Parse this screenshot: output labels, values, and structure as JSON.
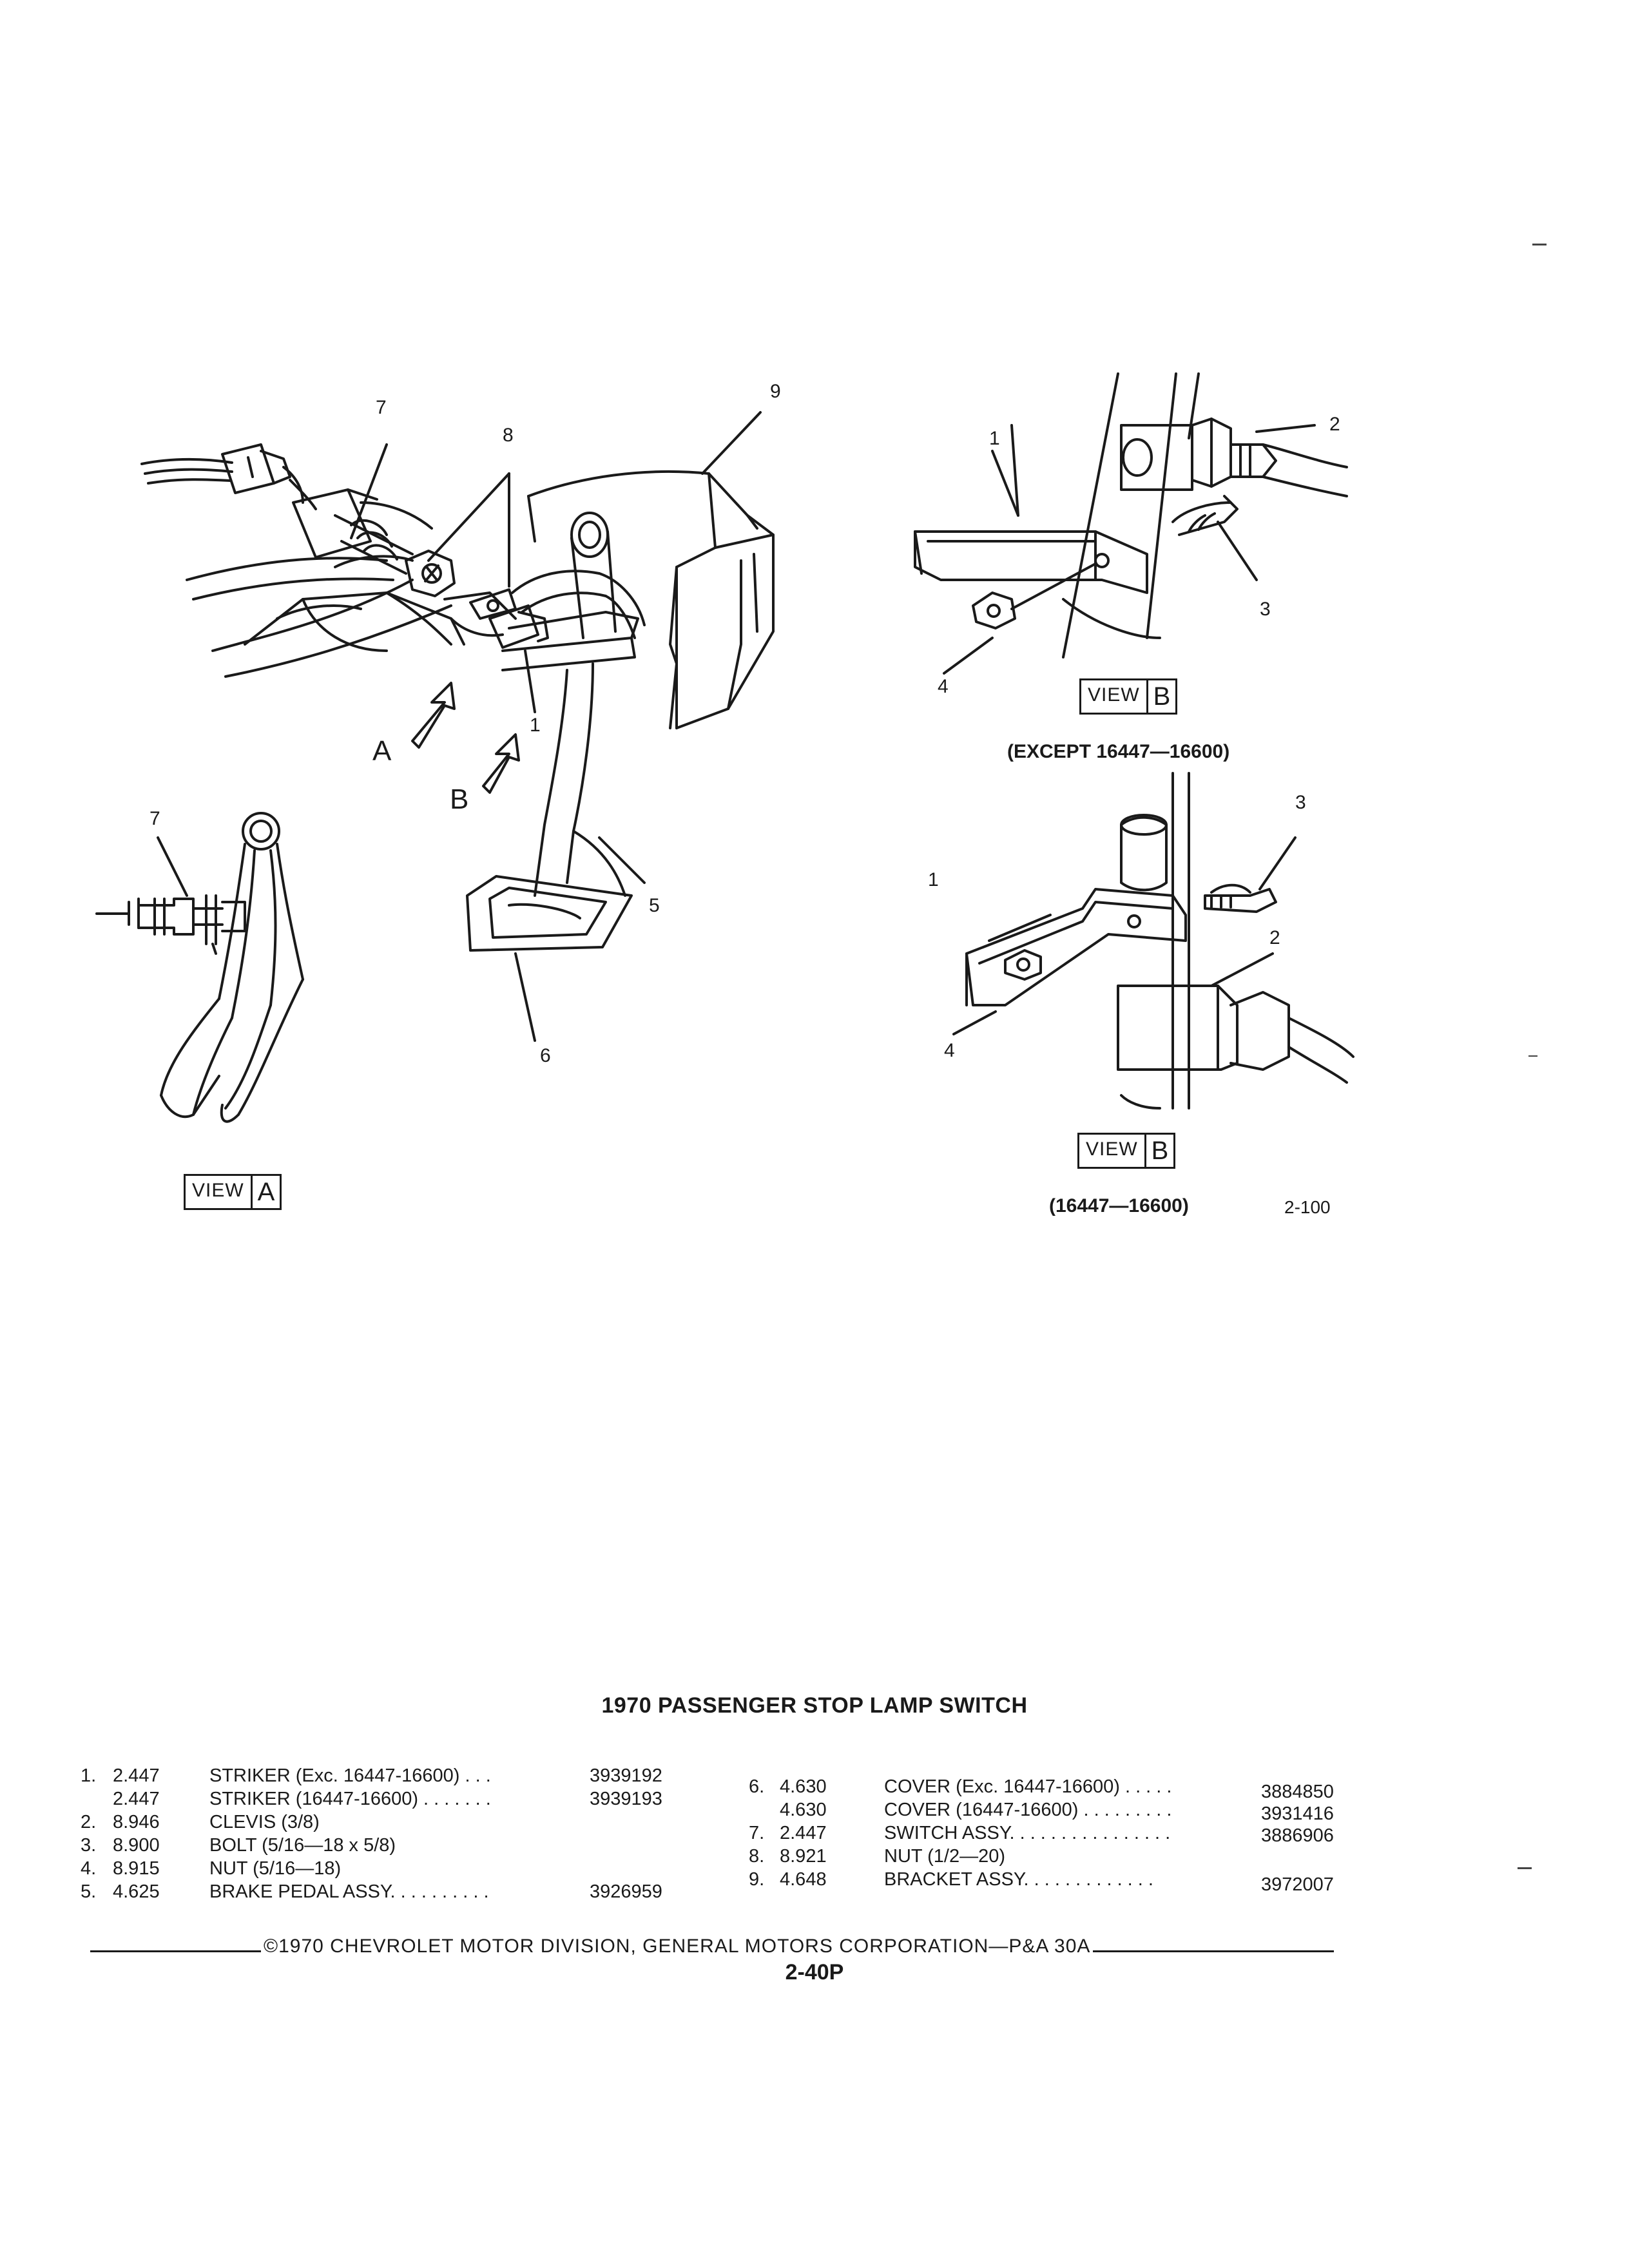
{
  "diagram": {
    "callouts": {
      "main": [
        "7",
        "8",
        "9",
        "1",
        "5",
        "6"
      ],
      "view_a": [
        "7"
      ],
      "view_b_top": [
        "1",
        "2",
        "3",
        "4"
      ],
      "view_b_bottom": [
        "1",
        "2",
        "3",
        "4"
      ]
    },
    "arrow_letters": [
      "A",
      "B"
    ],
    "view_a_label": {
      "view": "VIEW",
      "letter": "A"
    },
    "view_b_top_label": {
      "view": "VIEW",
      "letter": "B"
    },
    "view_b_bottom_label": {
      "view": "VIEW",
      "letter": "B"
    },
    "caption_except": "(EXCEPT 16447—16600)",
    "caption_models": "(16447—16600)",
    "figure_number": "2-100"
  },
  "title": "1970 PASSENGER STOP LAMP SWITCH",
  "parts_left": [
    {
      "idx": "1.",
      "group": "2.447",
      "desc": "STRIKER (Exc. 16447-16600) . . .",
      "part": "3939192"
    },
    {
      "idx": "",
      "group": "2.447",
      "desc": "STRIKER (16447-16600) . . . . . . .",
      "part": "3939193"
    },
    {
      "idx": "2.",
      "group": "8.946",
      "desc": "CLEVIS (3/8)",
      "part": ""
    },
    {
      "idx": "3.",
      "group": "8.900",
      "desc": "BOLT (5/16—18 x 5/8)",
      "part": ""
    },
    {
      "idx": "4.",
      "group": "8.915",
      "desc": "NUT (5/16—18)",
      "part": ""
    },
    {
      "idx": "5.",
      "group": "4.625",
      "desc": "BRAKE PEDAL ASSY. . . . . . . . . .",
      "part": "3926959"
    }
  ],
  "parts_right": [
    {
      "idx": "6.",
      "group": "4.630",
      "desc": "COVER (Exc. 16447-16600) . . . . .",
      "part": "3884850"
    },
    {
      "idx": "",
      "group": "4.630",
      "desc": "COVER (16447-16600) . . . . . . . . .",
      "part": "3931416"
    },
    {
      "idx": "7.",
      "group": "2.447",
      "desc": "SWITCH ASSY. . . . . . . . . . . . . . . .",
      "part": "3886906"
    },
    {
      "idx": "8.",
      "group": "8.921",
      "desc": "NUT (1/2—20)",
      "part": ""
    },
    {
      "idx": "9.",
      "group": "4.648",
      "desc": "BRACKET ASSY. . . . . . . . . . . . .",
      "part": "3972007"
    }
  ],
  "footer": "©1970 CHEVROLET MOTOR DIVISION, GENERAL MOTORS CORPORATION—P&A 30A",
  "page_number": "2-40P"
}
